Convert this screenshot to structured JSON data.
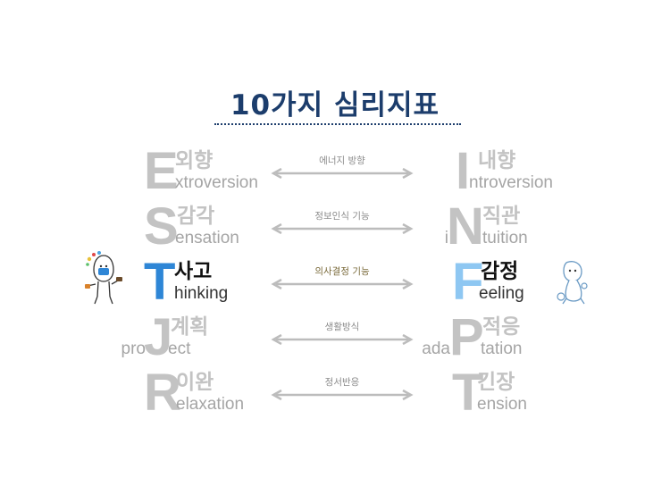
{
  "title": "10가지 심리지표",
  "rows": [
    {
      "left": {
        "letter": "E",
        "ko": "외향",
        "en": "xtroversion",
        "pre": ""
      },
      "middle": "에너지 방향",
      "right": {
        "letter": "I",
        "ko": "내향",
        "en": "ntroversion",
        "pre": ""
      }
    },
    {
      "left": {
        "letter": "S",
        "ko": "감각",
        "en": "ensation",
        "pre": ""
      },
      "middle": "정보인식 기능",
      "right": {
        "letter": "N",
        "ko": "직관",
        "en": "tuition",
        "pre": "i"
      }
    },
    {
      "left": {
        "letter": "T",
        "ko": "사고",
        "en": "hinking",
        "pre": ""
      },
      "middle": "의사결정 기능",
      "right": {
        "letter": "F",
        "ko": "감정",
        "en": "eeling",
        "pre": ""
      }
    },
    {
      "left": {
        "letter": "J",
        "ko": "계획",
        "en": "ect",
        "pre": "pro"
      },
      "middle": "생활방식",
      "right": {
        "letter": "P",
        "ko": "적응",
        "en": "tation",
        "pre": "ada"
      }
    },
    {
      "left": {
        "letter": "R",
        "ko": "이완",
        "en": "elaxation",
        "pre": ""
      },
      "middle": "정서반응",
      "right": {
        "letter": "T",
        "ko": "긴장",
        "en": "ension",
        "pre": ""
      }
    }
  ],
  "colors": {
    "title": "#1c3d6c",
    "inactive": "#c3c3c3",
    "thinking": "#2e86d6",
    "feeling": "#8ec7f2"
  },
  "icons": {
    "left_mascot": "thinking-character-icon",
    "right_mascot": "feeling-character-icon"
  }
}
